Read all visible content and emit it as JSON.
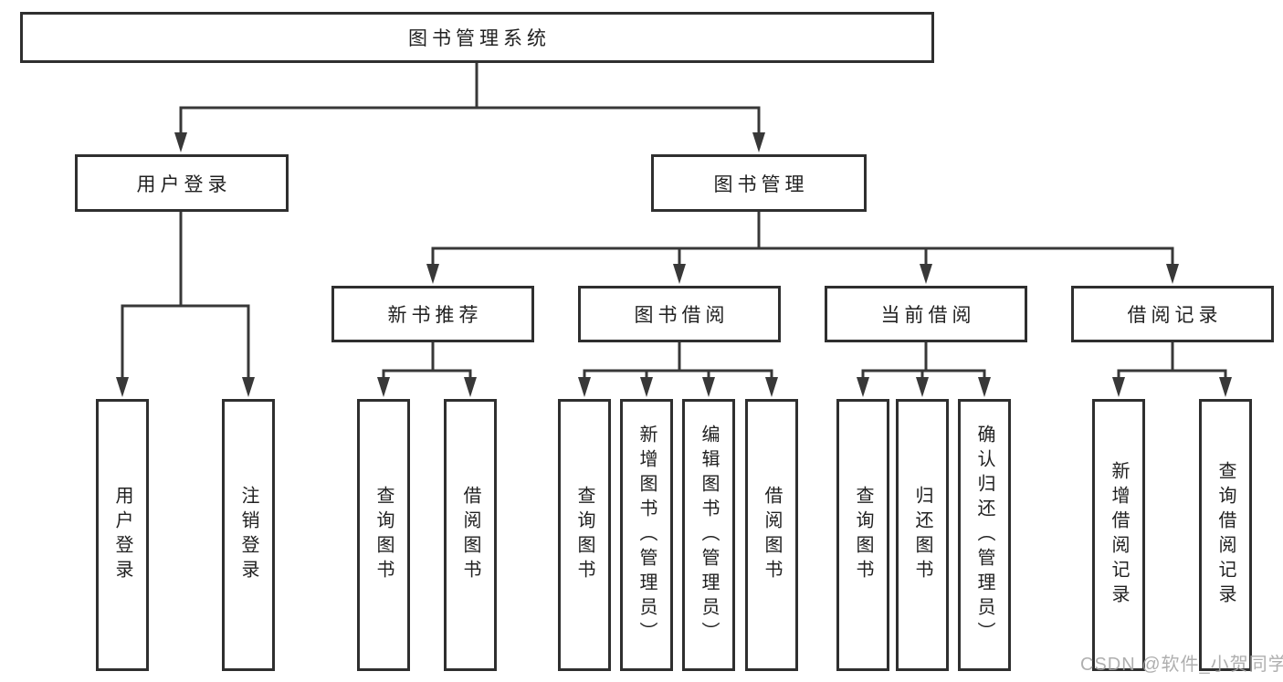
{
  "tree": {
    "root": {
      "label": "图书管理系统",
      "children": [
        {
          "label": "用户登录",
          "children": [
            {
              "label": "用户登录"
            },
            {
              "label": "注销登录"
            }
          ]
        },
        {
          "label": "图书管理",
          "children": [
            {
              "label": "新书推荐",
              "children": [
                {
                  "label": "查询图书"
                },
                {
                  "label": "借阅图书"
                }
              ]
            },
            {
              "label": "图书借阅",
              "children": [
                {
                  "label": "查询图书"
                },
                {
                  "label": "新增图书（管理员）"
                },
                {
                  "label": "编辑图书（管理员）"
                },
                {
                  "label": "借阅图书"
                }
              ]
            },
            {
              "label": "当前借阅",
              "children": [
                {
                  "label": "查询图书"
                },
                {
                  "label": "归还图书"
                },
                {
                  "label": "确认归还（管理员）"
                }
              ]
            },
            {
              "label": "借阅记录",
              "children": [
                {
                  "label": "新增借阅记录"
                },
                {
                  "label": "查询借阅记录"
                }
              ]
            }
          ]
        }
      ]
    }
  },
  "watermark": {
    "text": "CSDN @软件_小贺同学",
    "color": "#a4a4a4"
  },
  "colors": {
    "background": "#ffffff",
    "node_fill": "#ffffff",
    "node_border": "#2f2f2f",
    "connector": "#383838",
    "text": "#212121"
  }
}
